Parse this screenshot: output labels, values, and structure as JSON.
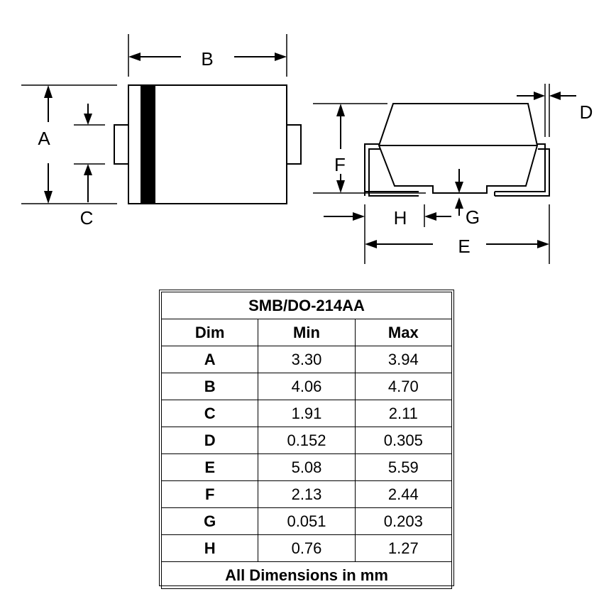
{
  "diagram": {
    "labels": {
      "A": "A",
      "B": "B",
      "C": "C",
      "D": "D",
      "E": "E",
      "F": "F",
      "G": "G",
      "H": "H"
    }
  },
  "table": {
    "title": "SMB/DO-214AA",
    "headers": [
      "Dim",
      "Min",
      "Max"
    ],
    "rows": [
      {
        "dim": "A",
        "min": "3.30",
        "max": "3.94"
      },
      {
        "dim": "B",
        "min": "4.06",
        "max": "4.70"
      },
      {
        "dim": "C",
        "min": "1.91",
        "max": "2.11"
      },
      {
        "dim": "D",
        "min": "0.152",
        "max": "0.305"
      },
      {
        "dim": "E",
        "min": "5.08",
        "max": "5.59"
      },
      {
        "dim": "F",
        "min": "2.13",
        "max": "2.44"
      },
      {
        "dim": "G",
        "min": "0.051",
        "max": "0.203"
      },
      {
        "dim": "H",
        "min": "0.76",
        "max": "1.27"
      }
    ],
    "footer": "All Dimensions in mm"
  }
}
